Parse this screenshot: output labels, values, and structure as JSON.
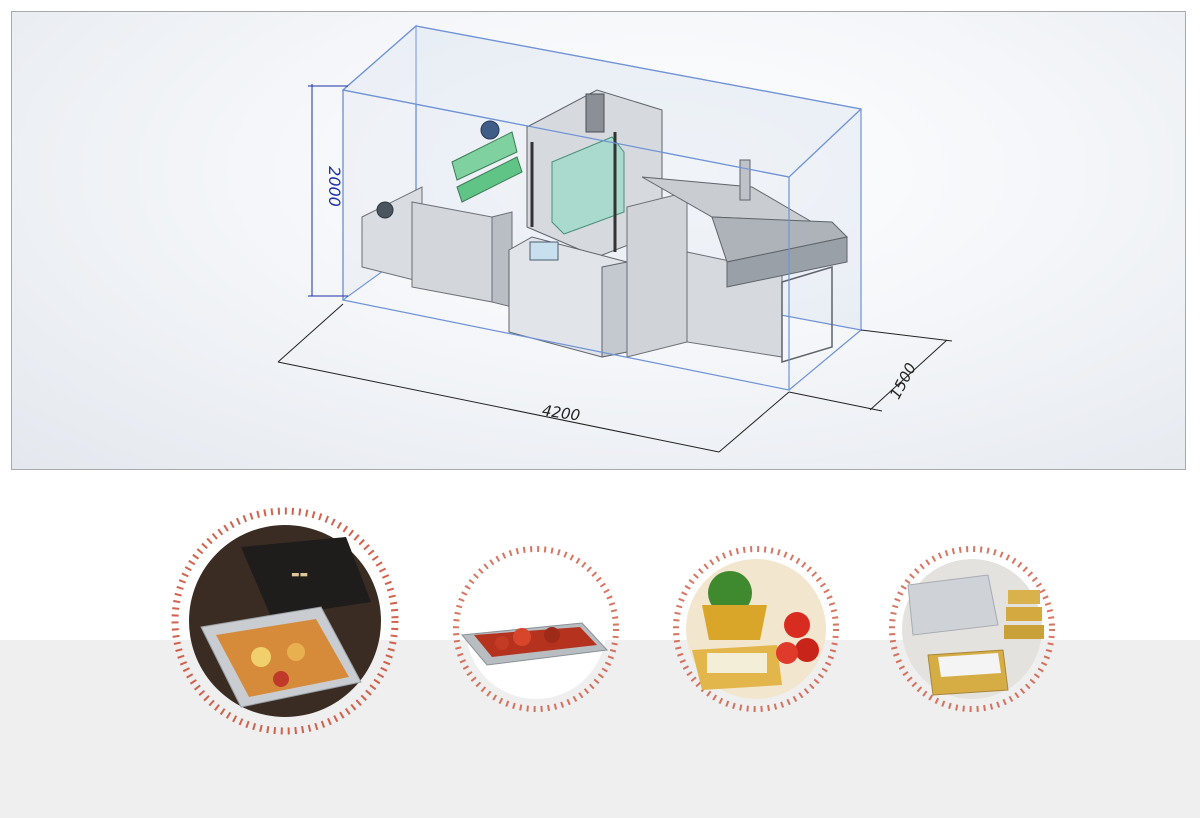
{
  "dimensions": {
    "height": "2000",
    "width": "4200",
    "depth": "1500"
  },
  "colors": {
    "box_outline": "#6f93d6",
    "dimension_line": "#1f2fa8",
    "ring_dash": "#c9472f",
    "bottom_band": "#efefef"
  },
  "thumbnails": [
    {
      "subject": "foil-tray-with-food-icon"
    },
    {
      "subject": "foil-tray-crayfish-icon"
    },
    {
      "subject": "gold-foil-cups-vegetables-icon"
    },
    {
      "subject": "stacked-foil-containers-icon"
    }
  ]
}
